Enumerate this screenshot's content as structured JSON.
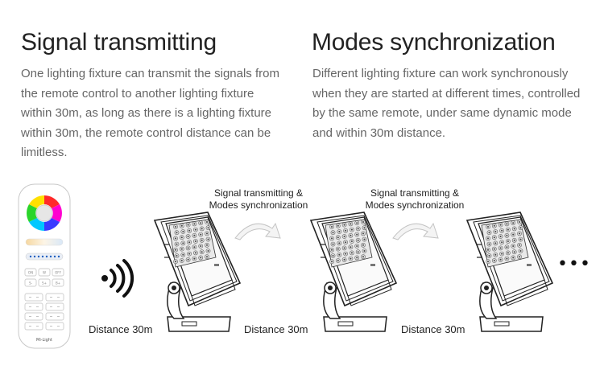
{
  "left": {
    "title": "Signal transmitting",
    "lines": [
      "One lighting fixture can transmit the signals from",
      "the remote control to another lighting fixture",
      "within 30m, as long as there is a lighting fixture",
      "within 30m, the remote control distance can be",
      "limitless."
    ]
  },
  "right": {
    "title": "Modes synchronization",
    "lines": [
      "Different lighting fixture can work synchronously",
      "when they are started at different times, controlled",
      "by the same remote, under same dynamic mode",
      "and within 30m distance."
    ]
  },
  "diagram": {
    "captions": [
      {
        "line1": "Signal transmitting &",
        "line2": "Modes synchronization"
      },
      {
        "line1": "Signal transmitting &",
        "line2": "Modes synchronization"
      }
    ],
    "distances": [
      "Distance 30m",
      "Distance 30m",
      "Distance 30m"
    ],
    "remote": {
      "brand": "Mi-Light",
      "buttons": [
        "ON",
        "W",
        "OFF",
        "S-",
        "S+",
        "B+"
      ]
    },
    "more": "•••"
  }
}
